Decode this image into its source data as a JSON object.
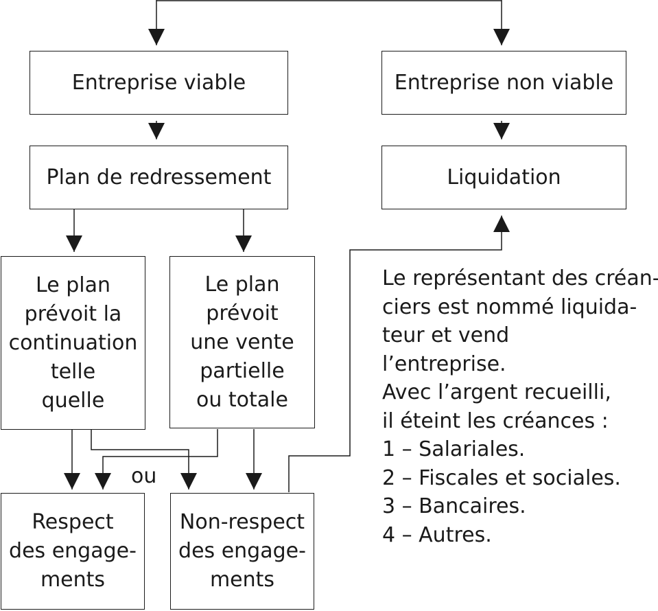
{
  "nodes": {
    "viable": "Entreprise viable",
    "non_viable": "Entreprise non viable",
    "plan": "Plan de redressement",
    "liquidation": "Liquidation",
    "continuation": [
      "Le plan",
      "prévoit la",
      "continuation",
      "telle",
      "quelle"
    ],
    "vente": [
      "Le plan",
      "prévoit",
      "une vente",
      "partielle",
      "ou totale"
    ],
    "respect": [
      "Respect",
      "des engage-",
      "ments"
    ],
    "non_respect": [
      "Non-respect",
      "des engage-",
      "ments"
    ]
  },
  "ou_label": "ou",
  "notes": [
    "Le représentant des créan-",
    "ciers est nommé liquida-",
    "teur et vend",
    "l’entreprise.",
    "Avec l’argent recueilli,",
    "il éteint les créances :",
    "1 – Salariales.",
    "2 – Fiscales et sociales.",
    "3 – Bancaires.",
    "4 – Autres."
  ]
}
